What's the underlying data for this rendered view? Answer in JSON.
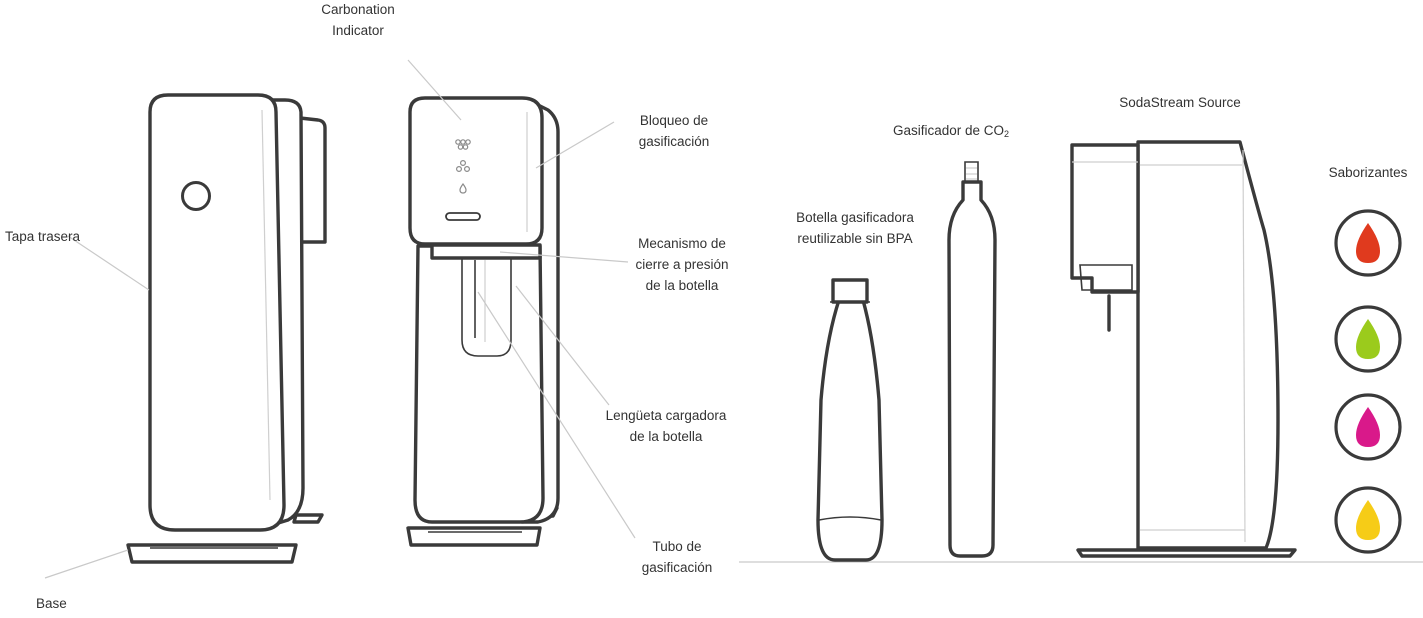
{
  "labels": {
    "carbonation_line1": "Carbonation",
    "carbonation_line2": "Indicator",
    "bloqueo_line1": "Bloqueo de",
    "bloqueo_line2": "gasificación",
    "tapa_trasera": "Tapa trasera",
    "mecanismo_line1": "Mecanismo de",
    "mecanismo_line2": "cierre a presión",
    "mecanismo_line3": "de la botella",
    "lengueta_line1": "Lengüeta cargadora",
    "lengueta_line2": "de la botella",
    "tubo_line1": "Tubo de",
    "tubo_line2": "gasificación",
    "base": "Base",
    "botella_line1": "Botella gasificadora",
    "botella_line2": "reutilizable sin BPA",
    "gasificador": "Gasificador de CO",
    "gasificador_sub": "2",
    "sodastream": "SodaStream Source",
    "saborizantes": "Saborizantes"
  },
  "colors": {
    "outline": "#3a3a3a",
    "leader": "#c9c9c9",
    "drop_red": "#e03a1e",
    "drop_green": "#9bcb1c",
    "drop_magenta": "#d9198a",
    "drop_yellow": "#f6cc17"
  },
  "icons": [
    "flavor-drop-red-icon",
    "flavor-drop-green-icon",
    "flavor-drop-magenta-icon",
    "flavor-drop-yellow-icon"
  ]
}
